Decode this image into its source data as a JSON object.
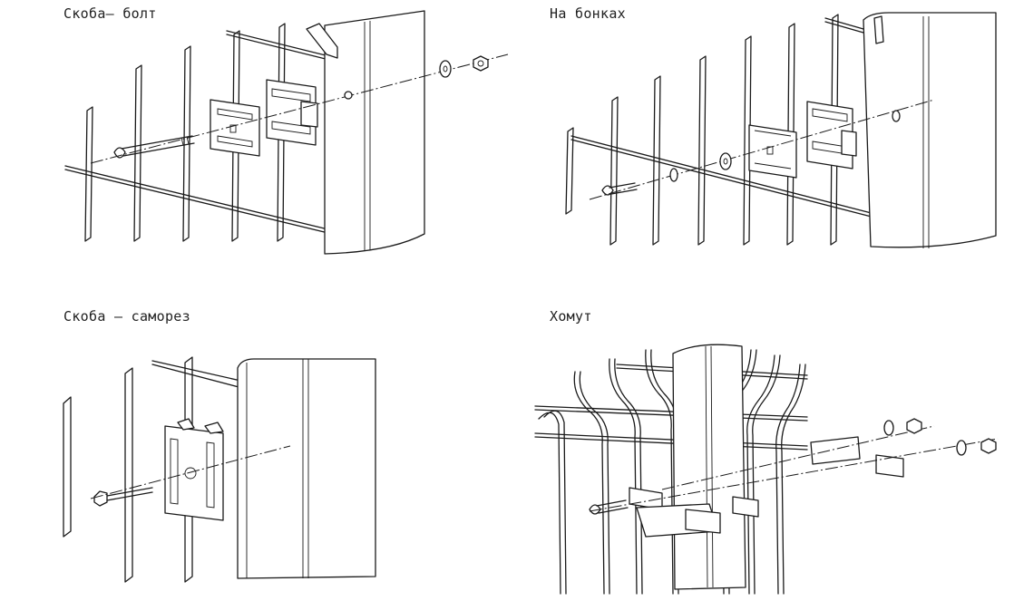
{
  "panels": {
    "top_left": {
      "caption": "Скоба– болт"
    },
    "top_right": {
      "caption": "На бонках"
    },
    "bottom_left": {
      "caption": "Скоба – саморез"
    },
    "bottom_right": {
      "caption": "Хомут"
    }
  }
}
